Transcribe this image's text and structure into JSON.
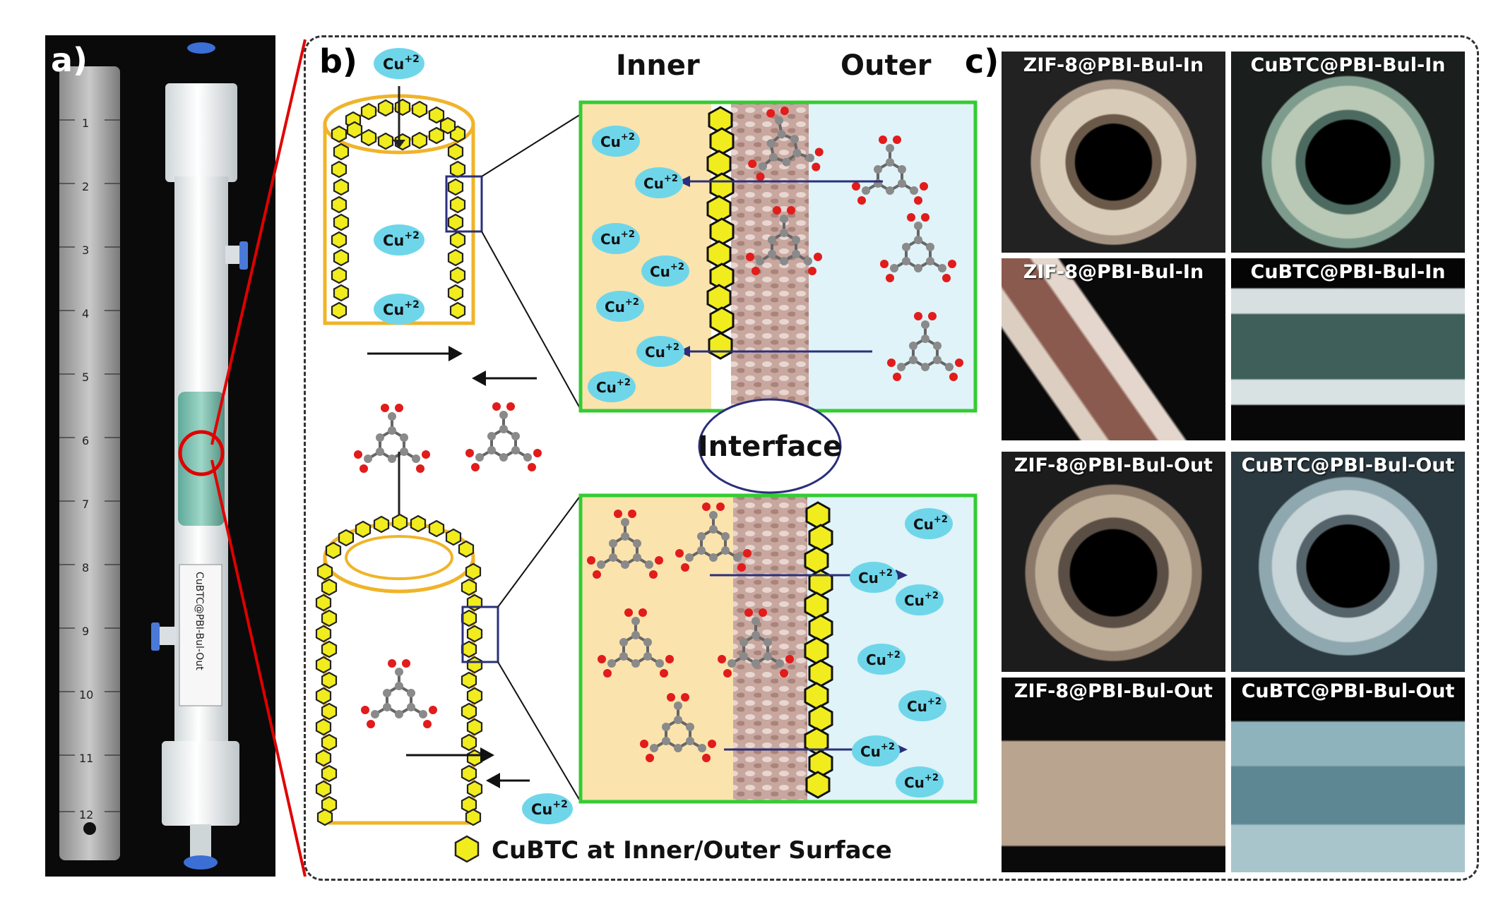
{
  "panels": {
    "a": {
      "letter": "a)"
    },
    "b": {
      "letter": "b)"
    },
    "c": {
      "letter": "c)"
    }
  },
  "photo_a": {
    "module_label": "CuBTC@PBI-Bul-Out",
    "ruler_numbers": [
      "1",
      "2",
      "3",
      "4",
      "5",
      "6",
      "7",
      "8",
      "9",
      "10",
      "11",
      "12"
    ]
  },
  "schematic": {
    "inner_label": "Inner",
    "outer_label": "Outer",
    "interface_label": "Interface",
    "ion_label_base": "Cu",
    "ion_label_sup": "+2",
    "legend_label": "CuBTC at Inner/Outer Surface"
  },
  "micrographs": [
    {
      "label": "ZIF-8@PBI-Bul-In"
    },
    {
      "label": "CuBTC@PBI-Bul-In"
    },
    {
      "label": "ZIF-8@PBI-Bul-In"
    },
    {
      "label": "CuBTC@PBI-Bul-In"
    },
    {
      "label": "ZIF-8@PBI-Bul-Out"
    },
    {
      "label": "CuBTC@PBI-Bul-Out"
    },
    {
      "label": "ZIF-8@PBI-Bul-Out"
    },
    {
      "label": "CuBTC@PBI-Bul-Out"
    }
  ],
  "colors": {
    "frame_line": "#e00000",
    "box_border": "#33cc33",
    "inner_bg": "#fbe3ad",
    "outer_bg": "#dff3f8",
    "ion_fill": "#6fd6ea",
    "hexagon": "#f1ec1e",
    "tube_outline": "#f0b429",
    "arrow_blue": "#2b2f7a"
  }
}
